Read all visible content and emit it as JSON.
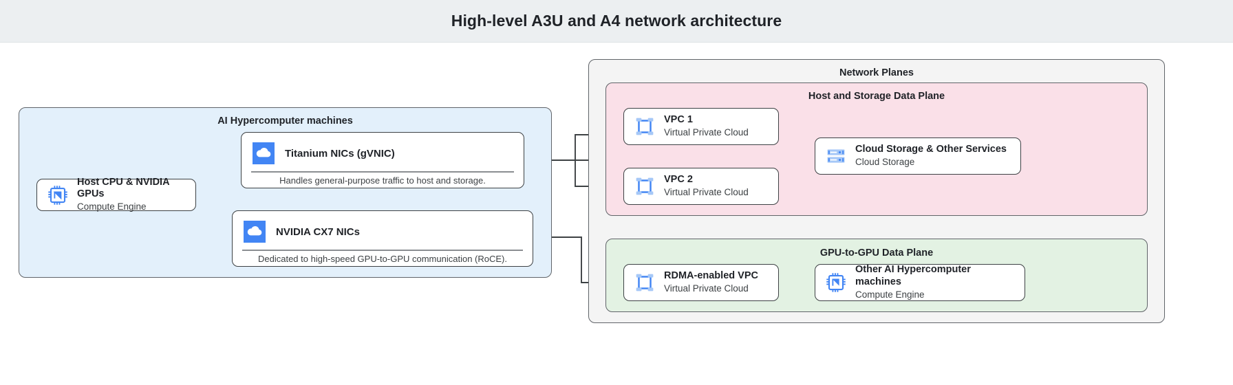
{
  "header": {
    "title": "High-level A3U and A4 network architecture"
  },
  "groups": {
    "machines": {
      "title": "AI Hypercomputer machines"
    },
    "planes": {
      "title": "Network Planes"
    },
    "host_data": {
      "title": "Host and Storage Data Plane"
    },
    "gpu_data": {
      "title": "GPU-to-GPU Data Plane"
    }
  },
  "nodes": {
    "host_cpu": {
      "title": "Host CPU & NVIDIA GPUs",
      "subtitle": "Compute Engine",
      "icon": "cpu-chip-icon"
    },
    "vpc1": {
      "title": "VPC 1",
      "subtitle": "Virtual Private Cloud",
      "icon": "vpc-icon"
    },
    "vpc2": {
      "title": "VPC 2",
      "subtitle": "Virtual Private Cloud",
      "icon": "vpc-icon"
    },
    "storage": {
      "title": "Cloud Storage & Other Services",
      "subtitle": "Cloud Storage",
      "icon": "cloud-storage-icon"
    },
    "rdma_vpc": {
      "title": "RDMA-enabled VPC",
      "subtitle": "Virtual Private Cloud",
      "icon": "vpc-icon"
    },
    "other_machines": {
      "title": "Other AI Hypercomputer machines",
      "subtitle": "Compute Engine",
      "icon": "cpu-chip-icon"
    }
  },
  "panels": {
    "titanium": {
      "title": "Titanium NICs (gVNIC)",
      "caption": "Handles general-purpose traffic to host and storage.",
      "icon": "cloud-icon"
    },
    "cx7": {
      "title": "NVIDIA CX7 NICs",
      "caption": "Dedicated to high-speed GPU-to-GPU communication (RoCE).",
      "icon": "cloud-icon"
    }
  },
  "colors": {
    "header_bg": "#eceff1",
    "machines_bg": "#e3f0fb",
    "planes_bg": "#f4f4f4",
    "host_data_bg": "#fae0e8",
    "gpu_data_bg": "#e3f2e3",
    "icon_blue": "#4285f4",
    "icon_blue_light": "#a6c8f7",
    "stroke": "#3c4043"
  }
}
